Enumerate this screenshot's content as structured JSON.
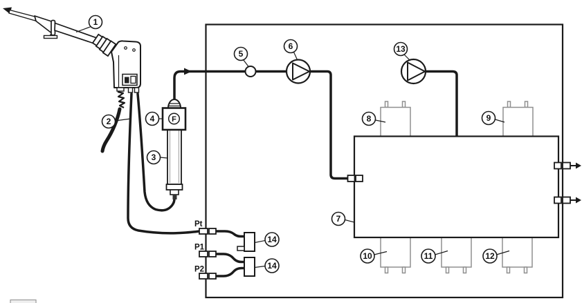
{
  "figure": {
    "kind": "gas-sampling-schematic",
    "colors": {
      "background": "#ffffff",
      "line": "#1a1a1a",
      "sensor_outline": "#8f8f8f"
    },
    "callouts": [
      {
        "num": "1"
      },
      {
        "num": "2"
      },
      {
        "num": "3"
      },
      {
        "num": "4"
      },
      {
        "num": "5"
      },
      {
        "num": "6"
      },
      {
        "num": "7"
      },
      {
        "num": "8"
      },
      {
        "num": "9"
      },
      {
        "num": "10"
      },
      {
        "num": "11"
      },
      {
        "num": "12"
      },
      {
        "num": "13"
      },
      {
        "num": "14"
      },
      {
        "num": "14"
      }
    ],
    "filter_marking": "F",
    "port_labels": {
      "pt": "Pt",
      "p1": "P1",
      "p2": "P2"
    }
  }
}
